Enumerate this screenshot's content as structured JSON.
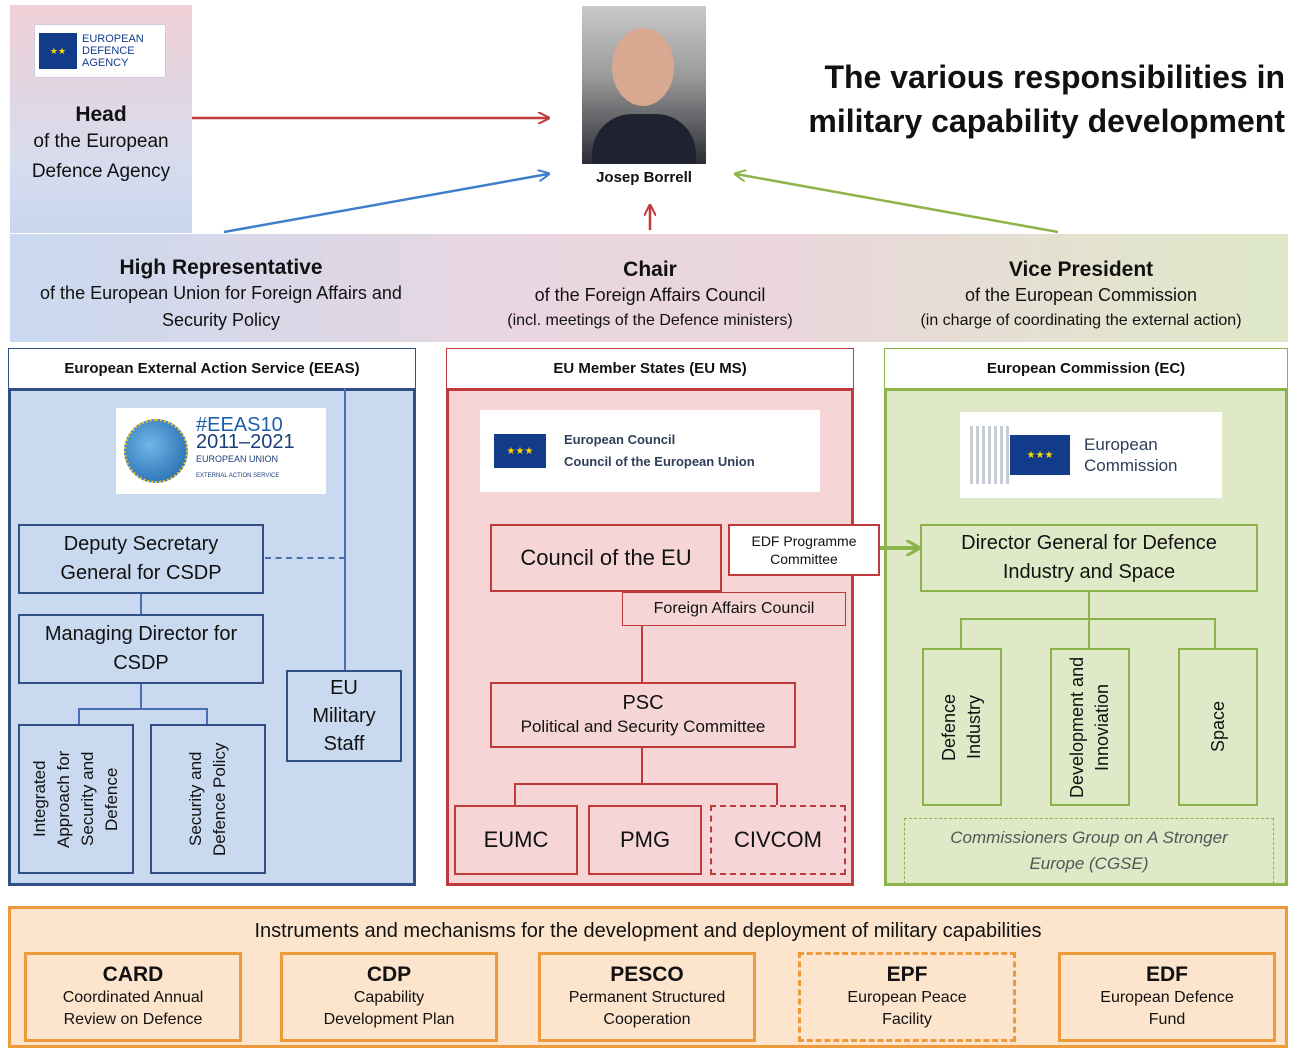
{
  "title": "The various responsibilities in military capability development",
  "eda": {
    "logo_text": "EUROPEAN DEFENCE AGENCY",
    "role": "Head",
    "desc": "of the European Defence Agency"
  },
  "person": {
    "name": "Josep Borrell"
  },
  "roles": [
    {
      "role": "High Representative",
      "desc": "of the European Union for Foreign Affairs and Security Policy",
      "sub": ""
    },
    {
      "role": "Chair",
      "desc": "of the Foreign Affairs Council",
      "sub": "(incl. meetings of the Defence ministers)"
    },
    {
      "role": "Vice President",
      "desc": "of the European Commission",
      "sub": "(in charge of coordinating the external action)"
    }
  ],
  "eeas": {
    "header": "European External Action Service (EEAS)",
    "logo_line1": "#EEAS10",
    "logo_line2": "2011–2021",
    "logo_line3": "EUROPEAN UNION",
    "logo_line4": "EXTERNAL ACTION SERVICE",
    "deputy": "Deputy Secretary General for CSDP",
    "managing": "Managing Director for CSDP",
    "military_staff": "EU Military Staff",
    "integrated": "Integrated Approach for Security and Defence",
    "security": "Security and Defence Policy"
  },
  "ms": {
    "header": "EU Member States (EU MS)",
    "logo_line1": "European Council",
    "logo_line2": "Council of the European Union",
    "council": "Council of the EU",
    "edf_committee": "EDF Programme Committee",
    "fac": "Foreign Affairs Council",
    "psc_title": "PSC",
    "psc_desc": "Political and Security Committee",
    "eumc": "EUMC",
    "pmg": "PMG",
    "civcom": "CIVCOM"
  },
  "ec": {
    "header": "European Commission (EC)",
    "logo_line1": "European",
    "logo_line2": "Commission",
    "dg": "Director General for Defence Industry and Space",
    "defence_industry": "Defence Industry",
    "development": "Development and Innoviation",
    "space": "Space",
    "cgse": "Commissioners Group on A Stronger Europe (CGSE)"
  },
  "instruments": {
    "header": "Instruments and mechanisms for the development and deployment of military capabilities",
    "items": [
      {
        "abbr": "CARD",
        "desc": "Coordinated Annual Review on Defence"
      },
      {
        "abbr": "CDP",
        "desc": "Capability Development Plan"
      },
      {
        "abbr": "PESCO",
        "desc": "Permanent Structured Cooperation"
      },
      {
        "abbr": "EPF",
        "desc": "European Peace Facility"
      },
      {
        "abbr": "EDF",
        "desc": "European Defence Fund"
      }
    ]
  },
  "colors": {
    "blue": "#2f4f86",
    "red": "#c0393b",
    "green": "#8db44a",
    "orange": "#ee9a3a",
    "light_blue": "#c9d9f0",
    "light_red": "#f5d5d5",
    "light_green": "#dfe9c8",
    "light_orange": "#fde4cc"
  }
}
